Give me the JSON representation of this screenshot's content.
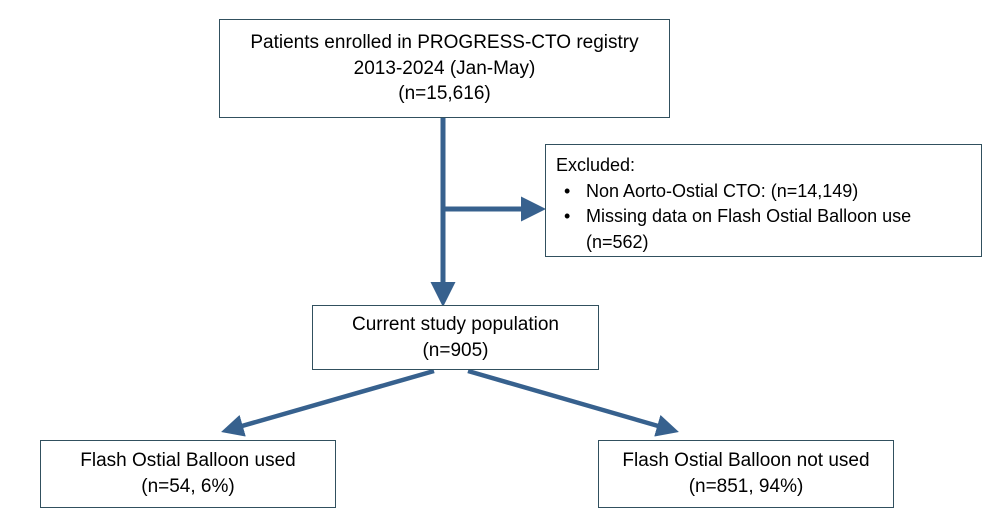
{
  "diagram": {
    "title": "PROGRESS-CTO registry patient flow diagram",
    "type": "flowchart",
    "accent_color": "#37618e",
    "box_border_color": "#31505e",
    "background_color": "#ffffff",
    "text_color": "#000000"
  },
  "nodes": {
    "enrolled": {
      "name": "enrolled-box",
      "lines": [
        "Patients enrolled in PROGRESS-CTO registry",
        "2013-2024 (Jan-May)",
        "(n=15,616)"
      ],
      "count": 15616
    },
    "excluded": {
      "name": "excluded-box",
      "heading": "Excluded:",
      "bullets": [
        {
          "text": "Non Aorto-Ostial CTO: (n=14,149)",
          "continuation": "",
          "count": 14149
        },
        {
          "text": "Missing data on Flash Ostial Balloon use",
          "continuation": "(n=562)",
          "count": 562
        }
      ]
    },
    "population": {
      "name": "study-population-box",
      "lines": [
        "Current study population",
        "(n=905)"
      ],
      "count": 905
    },
    "used": {
      "name": "balloon-used-box",
      "lines": [
        "Flash Ostial Balloon used",
        "(n=54, 6%)"
      ],
      "count": 54,
      "percent": "6%"
    },
    "not_used": {
      "name": "balloon-not-used-box",
      "lines": [
        "Flash Ostial Balloon not used",
        "(n=851, 94%)"
      ],
      "count": 851,
      "percent": "94%"
    }
  },
  "connectors": [
    {
      "name": "enrolled-to-population",
      "from": "enrolled",
      "to": "population",
      "style": "vertical-arrow"
    },
    {
      "name": "enrolled-to-excluded",
      "from": "enrolled",
      "to": "excluded",
      "style": "horizontal-branch-arrow"
    },
    {
      "name": "population-to-used",
      "from": "population",
      "to": "used",
      "style": "diagonal-arrow-left"
    },
    {
      "name": "population-to-not-used",
      "from": "population",
      "to": "not_used",
      "style": "diagonal-arrow-right"
    }
  ]
}
